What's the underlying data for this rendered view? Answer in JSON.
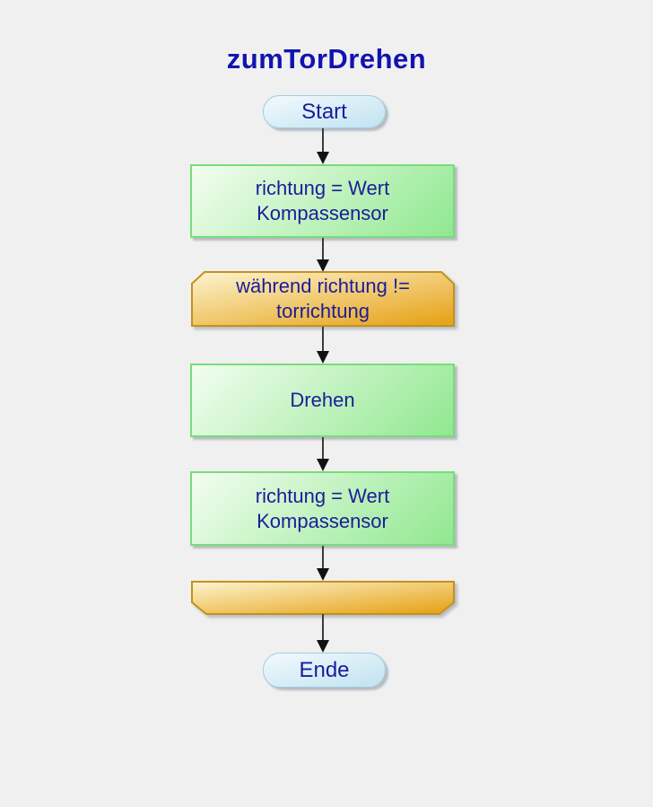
{
  "title": "zumTorDrehen",
  "nodes": {
    "start": {
      "type": "terminal",
      "label": "Start"
    },
    "assign1": {
      "type": "process",
      "label": "richtung = Wert Kompassensor"
    },
    "loop_start": {
      "type": "loop-start",
      "label": "während richtung != torrichtung"
    },
    "drehen": {
      "type": "process",
      "label": "Drehen"
    },
    "assign2": {
      "type": "process",
      "label": "richtung = Wert Kompassensor"
    },
    "loop_end": {
      "type": "loop-end",
      "label": ""
    },
    "end": {
      "type": "terminal",
      "label": "Ende"
    }
  },
  "colors": {
    "background": "#f0f0f0",
    "title_text": "#1313b1",
    "node_text": "#1c1c9b",
    "process_border": "#77dd77",
    "process_fill_light": "#f3fdf0",
    "process_fill_dark": "#90e890",
    "loop_border": "#c4921a",
    "loop_fill_light": "#fcf4d0",
    "loop_fill_dark": "#e7a51e",
    "terminal_border": "#a3cadc",
    "terminal_fill_light": "#f2fafd",
    "terminal_fill_dark": "#c6e5f2",
    "arrow_line": "#3b3b3b",
    "arrow_head": "#111111"
  }
}
